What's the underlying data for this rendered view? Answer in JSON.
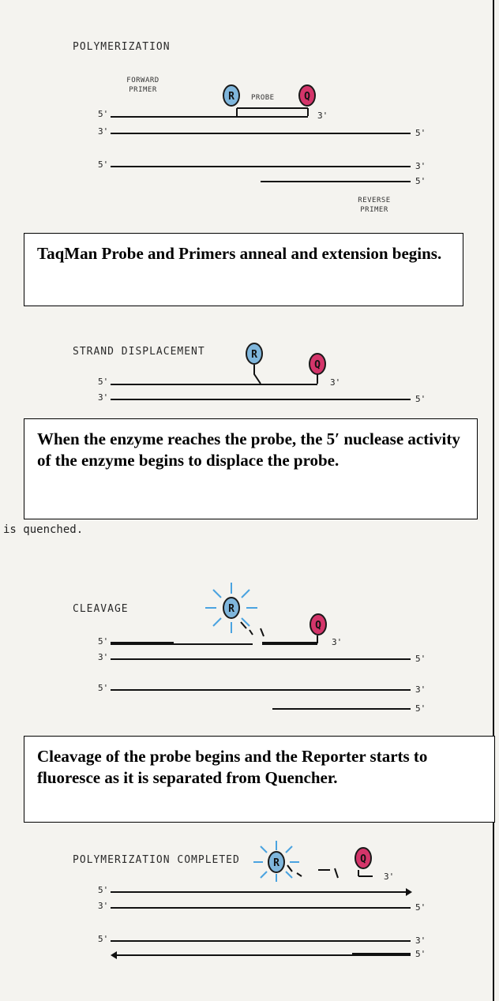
{
  "stages": [
    {
      "title": "Polymerization",
      "forward_primer": "Forward\nPrimer",
      "probe_label": "Probe",
      "reverse_primer": "Reverse\nPrimer",
      "reporter": "R",
      "quencher": "Q"
    },
    {
      "title": "Strand Displacement",
      "reporter": "R",
      "quencher": "Q"
    },
    {
      "title": "Cleavage",
      "reporter": "R",
      "quencher": "Q"
    },
    {
      "title": "Polymerization Completed",
      "reporter": "R",
      "quencher": "Q"
    }
  ],
  "ends": {
    "five": "5'",
    "three": "3'"
  },
  "captions": [
    "TaqMan Probe and Primers anneal and extension begins.",
    "When the enzyme reaches the probe, the 5′ nuclease activity of the enzyme begins to displace the probe.",
    "Cleavage of the probe begins and the Reporter starts to fluoresce as it is separated from Quencher."
  ],
  "fragment_text": "is quenched.",
  "colors": {
    "reporter": "#7fb6dc",
    "quencher": "#d4356a",
    "glow": "#4aa3e0",
    "line": "#111111"
  }
}
